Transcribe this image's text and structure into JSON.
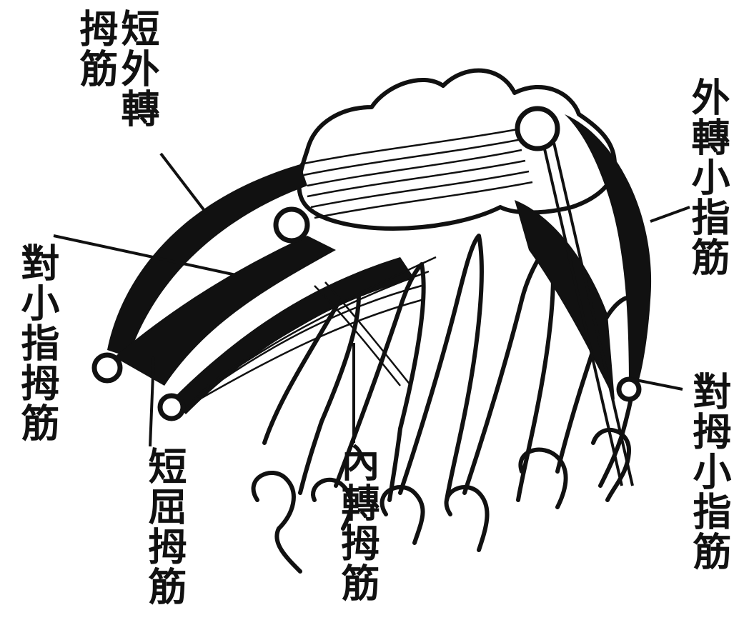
{
  "labels": {
    "abductor_pollicis_brevis": {
      "col1": "短外轉",
      "col2": "拇筋"
    },
    "abductor_digiti_minimi": "外轉小指筋",
    "opponens_digiti_minimi": "對小指拇筋",
    "flexor_pollicis_brevis": "短屈拇筋",
    "adductor_pollicis": "內轉拇筋",
    "opponens_pollicis": "對拇小指筋"
  },
  "colors": {
    "ink": "#111111",
    "paper": "#ffffff"
  }
}
